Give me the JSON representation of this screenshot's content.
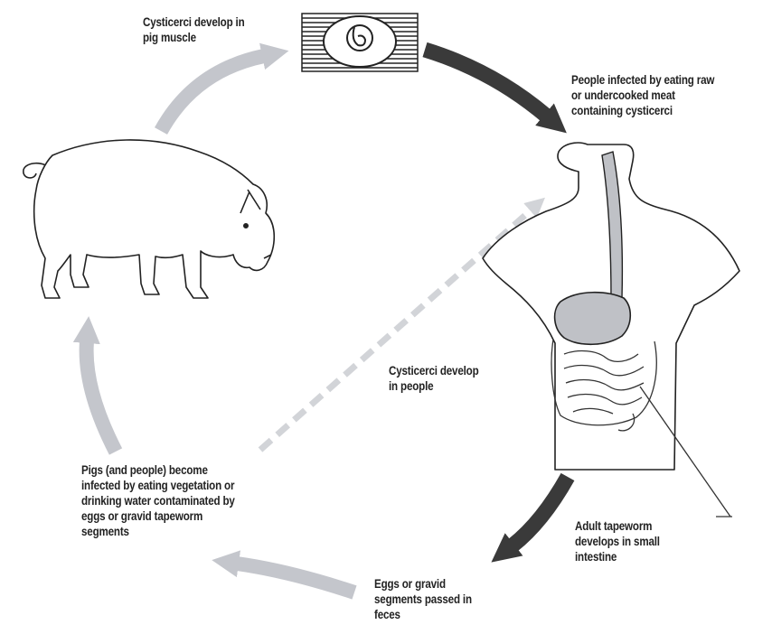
{
  "labels": {
    "cysticerci_pig": [
      "Cysticerci develop in",
      "pig muscle"
    ],
    "people_infected": [
      "People infected by eating raw",
      "or undercooked meat",
      "containing cysticerci"
    ],
    "cysticerci_people": [
      "Cysticerci develop",
      "in people"
    ],
    "pigs_infected": [
      "Pigs (and people) become",
      "infected by eating vegetation or",
      "drinking water contaminated by",
      "eggs or gravid tapeworm",
      "segments"
    ],
    "adult_tapeworm": [
      "Adult tapeworm",
      "develops in small",
      "intestine"
    ],
    "eggs_passed": [
      "Eggs or gravid",
      "segments passed in",
      "feces"
    ]
  },
  "colors": {
    "text": "#222222",
    "dark_arrow": "#3a3a3a",
    "light_arrow": "#c4c6cc",
    "dashed_arrow": "#d2d4d8",
    "organ_fill": "#bfc1c6",
    "outline": "#333333"
  }
}
